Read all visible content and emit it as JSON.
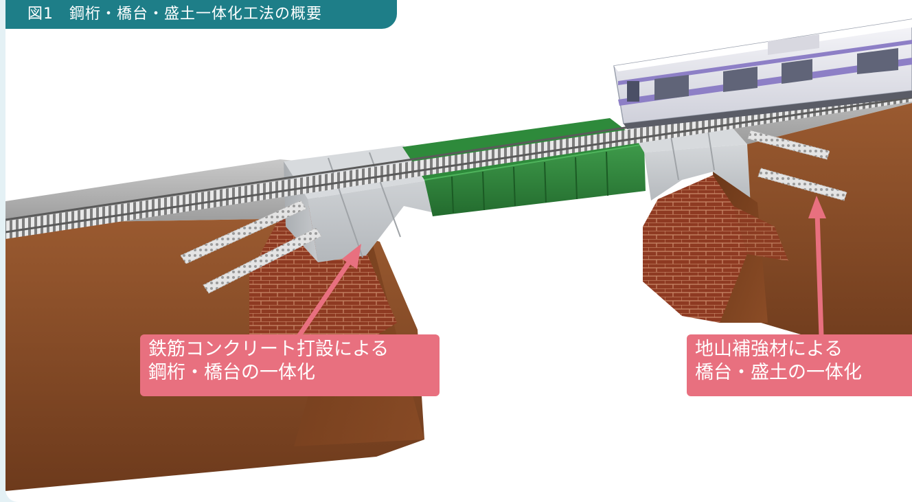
{
  "figure": {
    "title": "図1　鋼桁・橋台・盛土一体化工法の概要"
  },
  "callouts": {
    "left": {
      "line1": "鉄筋コンクリート打設による",
      "line2": "鋼桁・橋台の一体化"
    },
    "right": {
      "line1": "地山補強材による",
      "line2": "橋台・盛土の一体化"
    }
  },
  "colors": {
    "title_bg": "#1e7e88",
    "callout": "#e8707f",
    "soil": "#8a4e2a",
    "brick": "#8e3a22",
    "concrete": "#c5c8cb",
    "girder": "#2f8a3c",
    "train_body": "#e9e9ef",
    "train_stripe": "#8d7fc6"
  }
}
